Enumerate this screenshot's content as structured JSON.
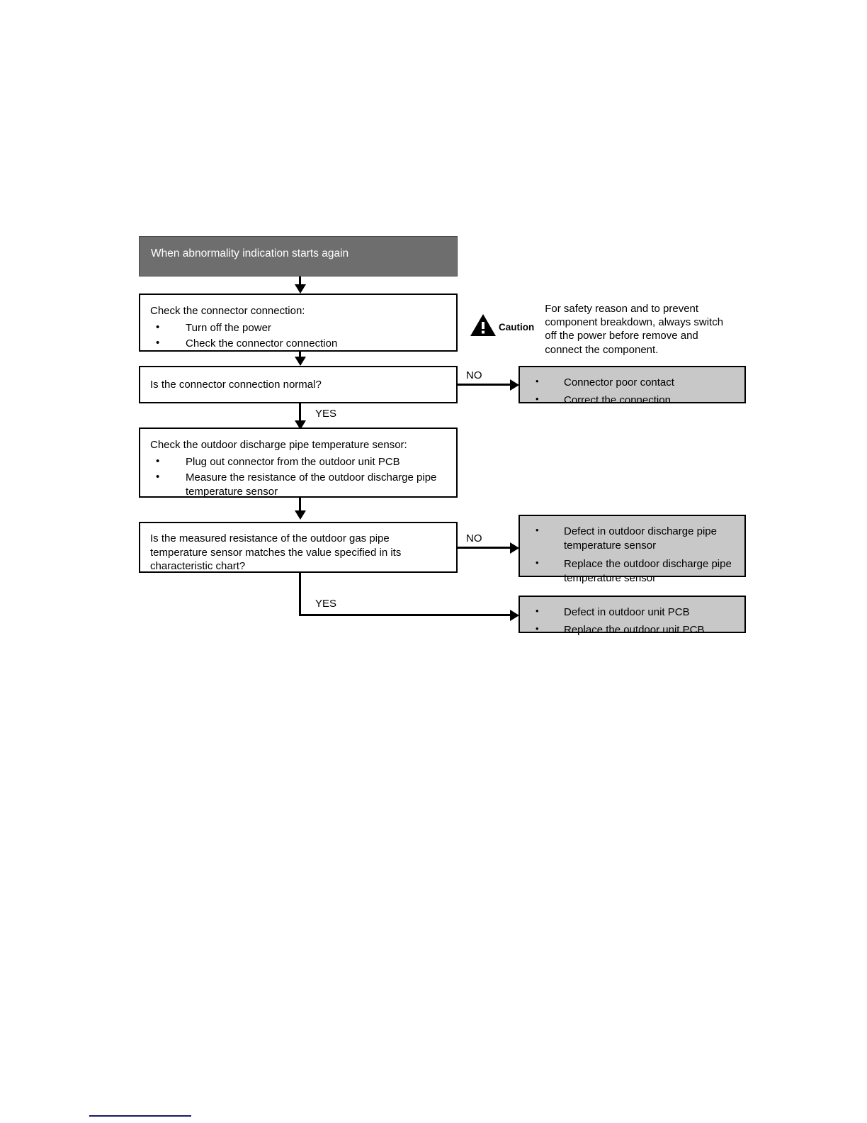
{
  "flowchart": {
    "title_box": {
      "label": "When abnormality indication starts again"
    },
    "step_check_connector": {
      "lead": "Check the connector connection:",
      "bullets": [
        "Turn off the power",
        "Check the connector connection"
      ]
    },
    "decision_connector_normal": {
      "question": "Is the connector connection normal?",
      "no_label": "NO",
      "yes_label": "YES"
    },
    "result_connector_fault": {
      "bullets": [
        "Connector poor contact",
        "Correct the connection"
      ]
    },
    "step_check_sensor": {
      "lead": "Check the outdoor discharge pipe temperature sensor:",
      "bullets": [
        "Plug out connector from the outdoor unit PCB",
        "Measure the resistance of the outdoor discharge pipe temperature sensor"
      ]
    },
    "decision_resistance": {
      "question": "Is the measured resistance of the outdoor gas pipe temperature sensor matches the value specified in its characteristic chart?",
      "no_label": "NO",
      "yes_label": "YES"
    },
    "result_sensor_fault": {
      "bullets": [
        "Defect in outdoor discharge pipe temperature sensor",
        "Replace the outdoor discharge pipe temperature sensor"
      ]
    },
    "result_pcb_fault": {
      "bullets": [
        "Defect in outdoor unit PCB",
        "Replace the outdoor unit PCB"
      ]
    },
    "caution": {
      "icon": "warning-triangle-icon",
      "word": "Caution",
      "text": "For safety reason and to prevent component breakdown, always switch off the power before remove and connect the component."
    }
  },
  "colors": {
    "header_fill": "#6e6e6e",
    "result_fill": "#c8c8c8",
    "line": "#000000",
    "footer_rule": "#18196b"
  }
}
